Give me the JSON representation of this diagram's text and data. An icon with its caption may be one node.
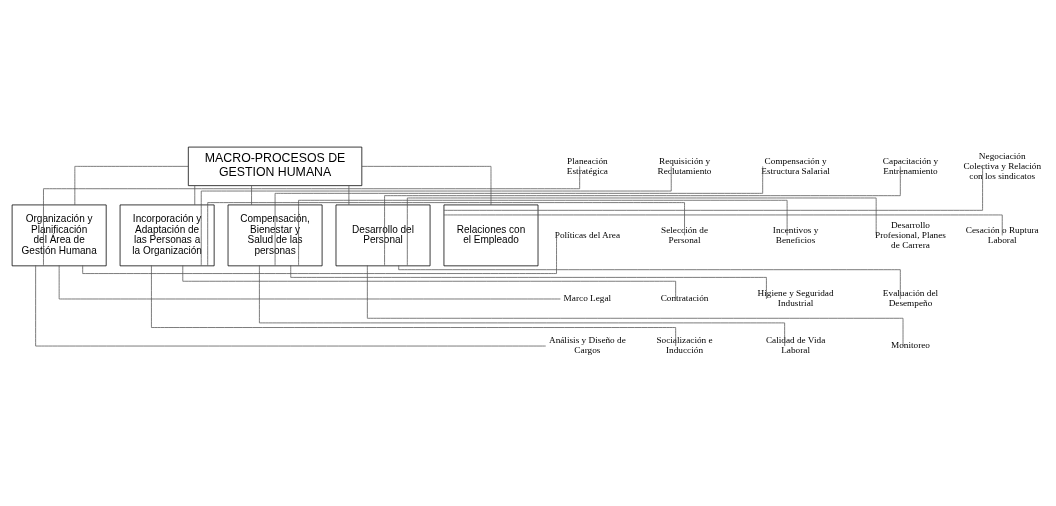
{
  "diagram": {
    "nodes": [
      {
        "text": [
          "MACRO-PROCESOS DE GESTION HUMANA"
        ]
      },
      {
        "text": [
          "Organización y Planificación del Área de Gestión Humana"
        ]
      },
      {
        "text": [
          "Incorporación y Adaptación de las Personas a la Organización"
        ]
      },
      {
        "text": [
          "Compensación, Bienestar y Salud de las personas"
        ]
      },
      {
        "text": [
          "Desarrollo del Personal"
        ]
      },
      {
        "text": [
          "Relaciones con el Empleado"
        ]
      },
      {
        "text": [
          "Planeación Estratégica"
        ]
      },
      {
        "text": [
          "Políticas del Area"
        ]
      },
      {
        "text": [
          "Marco Legal"
        ]
      },
      {
        "text": [
          "Análisis y Diseño de Cargos"
        ]
      },
      {
        "text": [
          "Requisición y Reclutamiento"
        ]
      },
      {
        "text": [
          "Selección de Personal"
        ]
      },
      {
        "text": [
          "Contratación"
        ]
      },
      {
        "text": [
          "Socialización e Inducción"
        ]
      },
      {
        "text": [
          "Compensación y Estructura Salarial"
        ]
      },
      {
        "text": [
          "Incentivos y Beneficios"
        ]
      },
      {
        "text": [
          "Higiene y Seguridad Industrial"
        ]
      },
      {
        "text": [
          "Calidad de Vida Laboral"
        ]
      },
      {
        "text": [
          "Capacitación y Entrenamiento"
        ]
      },
      {
        "text": [
          "Desarrollo Profesional, Planes de Carrera"
        ]
      },
      {
        "text": [
          "Evaluación del Desempeño"
        ]
      },
      {
        "text": [
          "Monitoreo"
        ]
      },
      {
        "text": [
          "Negociación Colectiva y Relación con los sindicatos"
        ]
      },
      {
        "text": [
          "Cesación o Ruptura Laboral"
        ]
      }
    ],
    "edges": [
      {
        "from": 0,
        "to": 1,
        "arrow": "none"
      },
      {
        "from": 0,
        "to": 2,
        "arrow": "none"
      },
      {
        "from": 0,
        "to": 3,
        "arrow": "none"
      },
      {
        "from": 0,
        "to": 4,
        "arrow": "none"
      },
      {
        "from": 0,
        "to": 5,
        "arrow": "none"
      },
      {
        "from": 1,
        "to": 6,
        "arrow": "none"
      },
      {
        "from": 1,
        "to": 7,
        "arrow": "none"
      },
      {
        "from": 1,
        "to": 8,
        "arrow": "none"
      },
      {
        "from": 1,
        "to": 9,
        "arrow": "none"
      },
      {
        "from": 2,
        "to": 10,
        "arrow": "none"
      },
      {
        "from": 2,
        "to": 11,
        "arrow": "none"
      },
      {
        "from": 2,
        "to": 12,
        "arrow": "none"
      },
      {
        "from": 2,
        "to": 13,
        "arrow": "none"
      },
      {
        "from": 3,
        "to": 14,
        "arrow": "none"
      },
      {
        "from": 3,
        "to": 15,
        "arrow": "none"
      },
      {
        "from": 3,
        "to": 16,
        "arrow": "none"
      },
      {
        "from": 3,
        "to": 17,
        "arrow": "none"
      },
      {
        "from": 4,
        "to": 18,
        "arrow": "none"
      },
      {
        "from": 4,
        "to": 19,
        "arrow": "none"
      },
      {
        "from": 4,
        "to": 20,
        "arrow": "none"
      },
      {
        "from": 4,
        "to": 21,
        "arrow": "none"
      },
      {
        "from": 5,
        "to": 22,
        "arrow": "none"
      },
      {
        "from": 5,
        "to": 23,
        "arrow": "none"
      }
    ]
  }
}
